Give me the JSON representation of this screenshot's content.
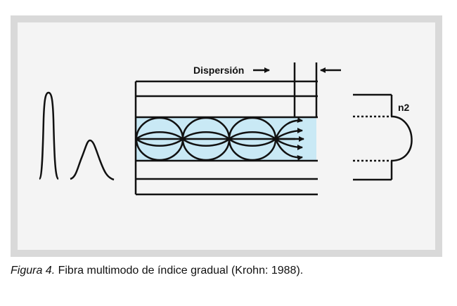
{
  "diagram": {
    "dispersion_label": "Dispersión",
    "index_label": "n2"
  },
  "caption": {
    "figure_number": "Figura 4.",
    "text": " Fibra multimodo de índice gradual (Krohn: 1988)."
  },
  "colors": {
    "core_fill": "#c9e9f5",
    "line": "#111111",
    "panel_border": "#d9d9d9",
    "panel_fill": "#f4f4f4"
  }
}
